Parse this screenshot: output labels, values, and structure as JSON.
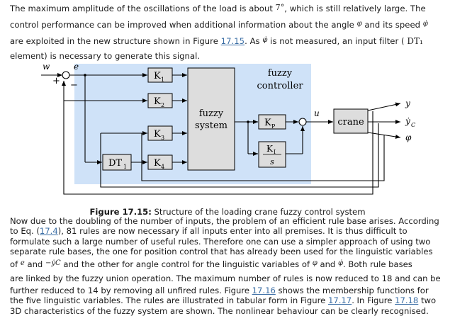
{
  "paragraph1": {
    "l1a": "The maximum amplitude of the oscillations of the load is about ",
    "l1b": "7°",
    "l1c": ", which is still relatively large. The",
    "l2a": "control performance can be improved when additional information about the angle ",
    "l2b": "φ",
    "l2c": " and its speed ",
    "l2d": "φ̇",
    "l3a": "are exploited in the new structure shown in Figure ",
    "l3link": "17.15",
    "l3b": ". As ",
    "l3c": "φ̇",
    "l3d": " is not measured, an input filter ( ",
    "l3e": "DT₁",
    "l4": "element) is necessary to generate this signal."
  },
  "figure": {
    "label_w": "w",
    "label_e": "e",
    "plus": "+",
    "minus": "−",
    "k1": "K",
    "k1sub": "1",
    "k2": "K",
    "k2sub": "2",
    "k3": "K",
    "k3sub": "3",
    "k4": "K",
    "k4sub": "4",
    "dt1": "DT",
    "dt1sub": "1",
    "fuzzy_system_1": "fuzzy",
    "fuzzy_system_2": "system",
    "fuzzy_controller_1": "fuzzy",
    "fuzzy_controller_2": "controller",
    "kp": "K",
    "kpsub": "P",
    "ki": "K",
    "kisub": "I",
    "ki_den": "s",
    "u": "u",
    "crane": "crane",
    "out_y": "y",
    "out_yc": "ẏ",
    "out_yc_sub": "C",
    "out_phi": "φ"
  },
  "caption": {
    "label": "Figure 17.15:",
    "text": " Structure of the loading crane fuzzy control system"
  },
  "paragraph2": {
    "l1": "Now due to the doubling of the number of inputs, the problem of an efficient rule base arises. According",
    "l2a": "to Eq. (",
    "l2link": "17.4",
    "l2b": "), 81 rules are now necessary if all inputs enter into all premises. It is thus difficult to",
    "l3": "formulate such a large number of useful rules. Therefore one can use a simpler approach of using two",
    "l4": "separate rule bases, the one for position control that has already been used for the linguistic variables",
    "l5a": "of ",
    "l5b": "e",
    "l5c": " and ",
    "l5d": "−ẏC",
    "l5e": " and the other for angle control for the linguistic variables of ",
    "l5f": "φ",
    "l5g": " and ",
    "l5h": "φ̇",
    "l5i": ". Both rule bases",
    "l6": "are linked by the fuzzy union operation. The maximum number of rules is now reduced to 18 and can be",
    "l7a": "further reduced to 14 by removing all unfired rules. Figure ",
    "l7link": "17.16",
    "l7b": " shows the membership functions for",
    "l8a": "the five linguistic variables. The rules are illustrated in tabular form in Figure ",
    "l8link1": "17.17",
    "l8b": ". In Figure ",
    "l8link2": "17.18",
    "l8c": " two",
    "l9": "3D characteristics of the fuzzy system are shown. The nonlinear behaviour can be clearly recognised."
  }
}
